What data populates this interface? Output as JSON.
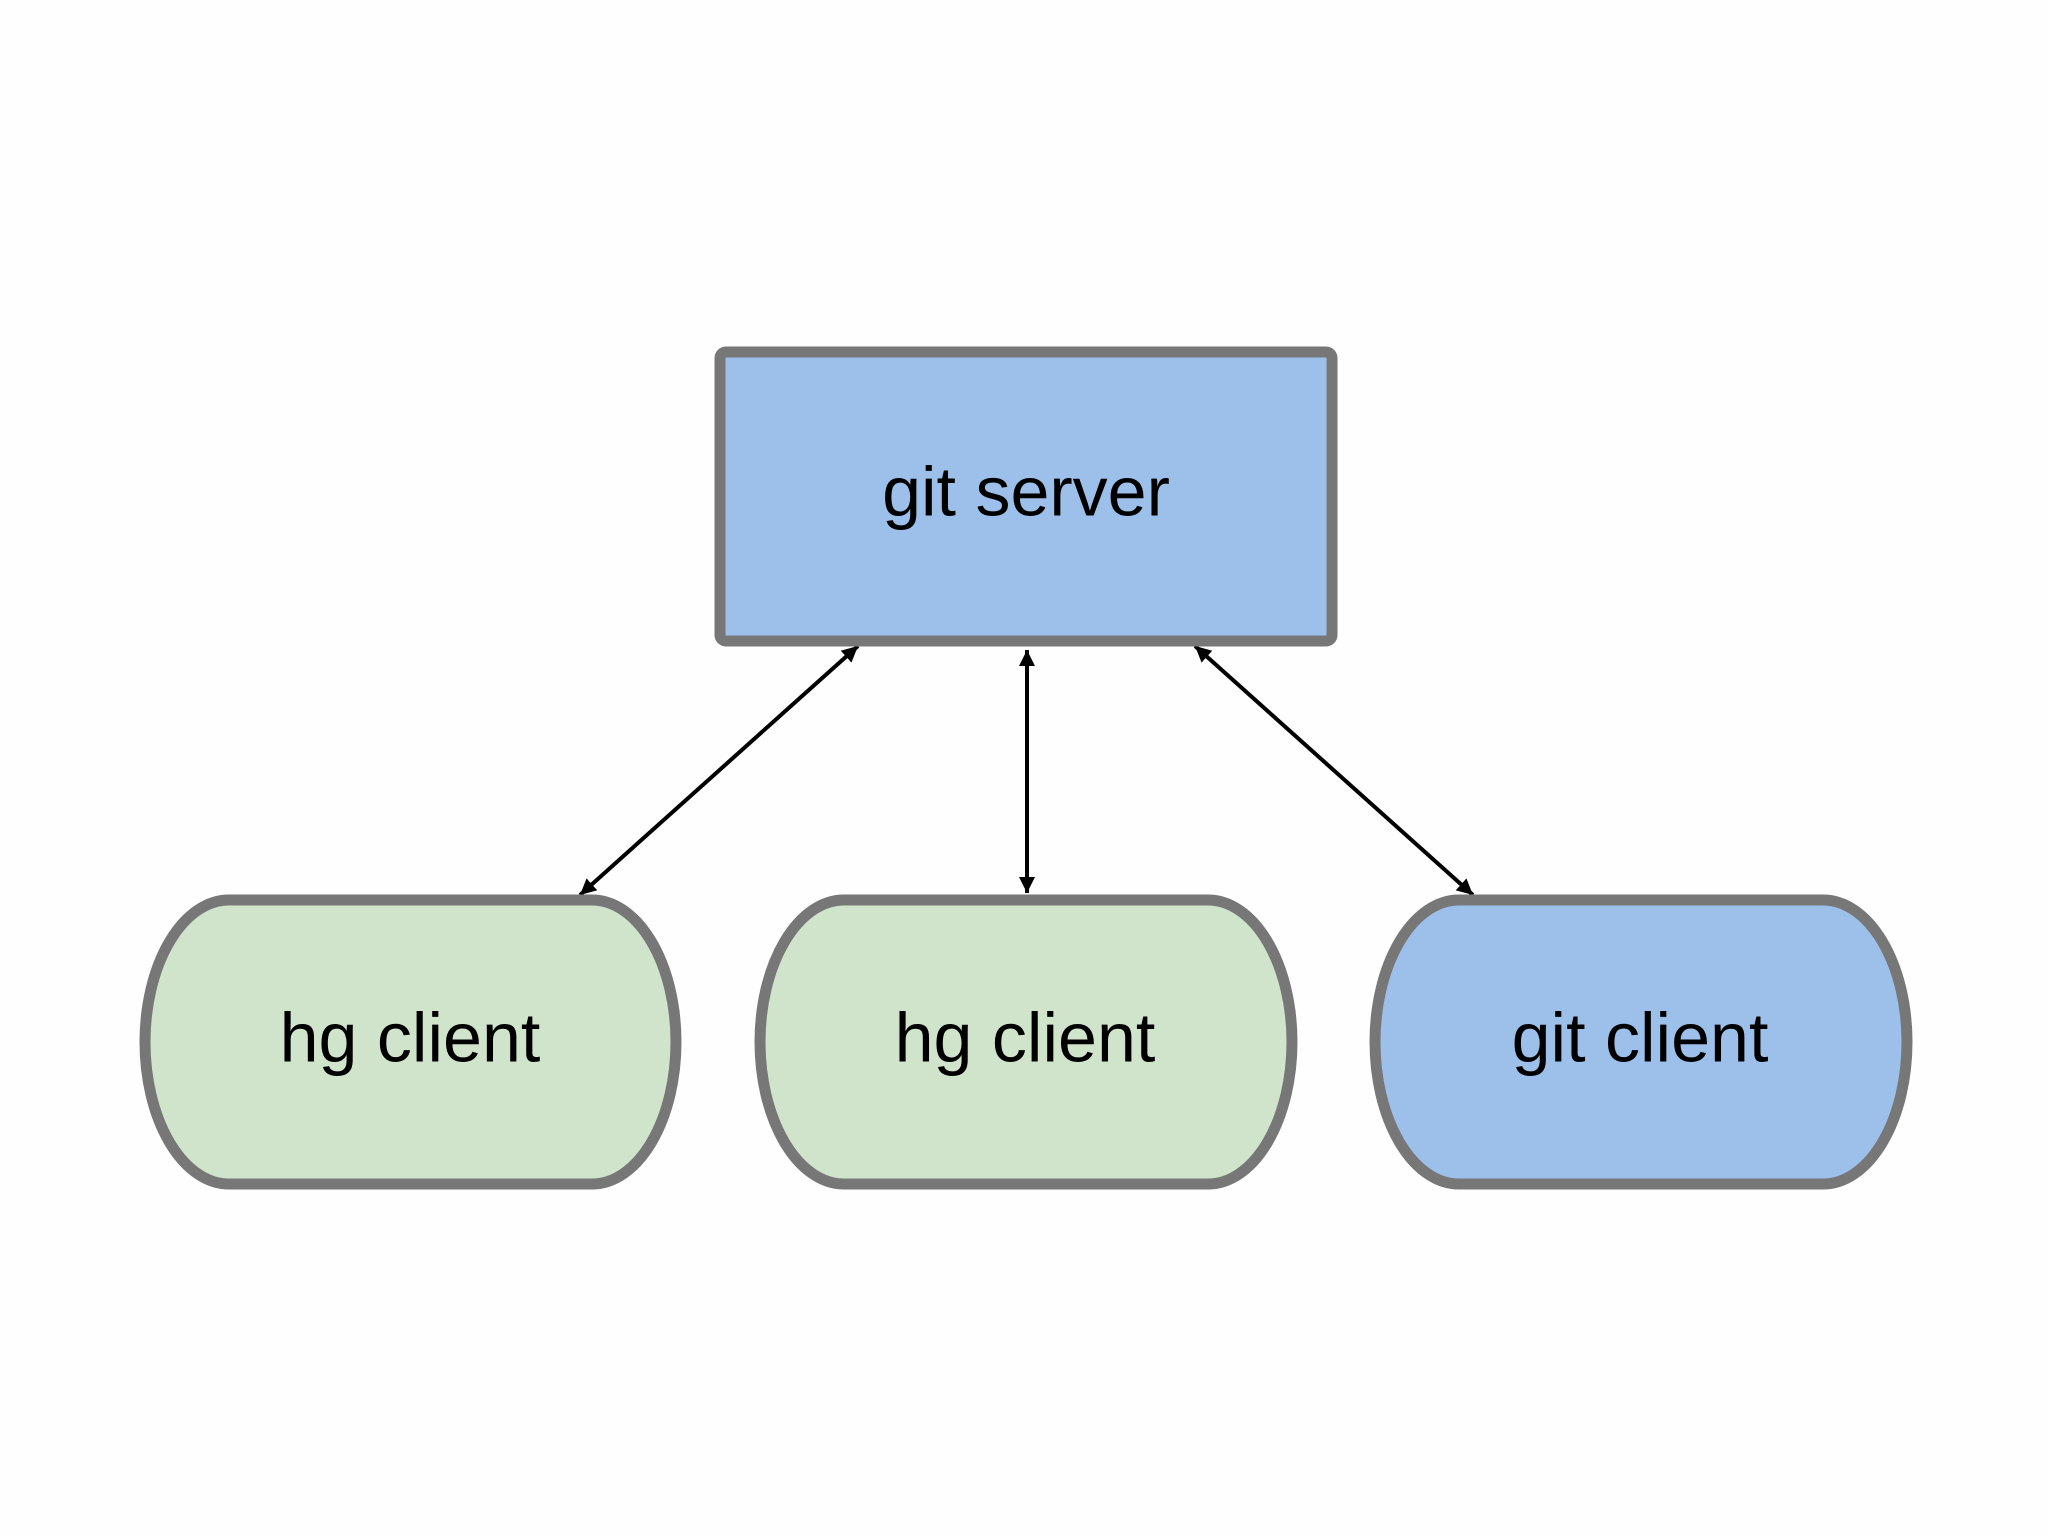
{
  "diagram": {
    "server": {
      "label": "git server",
      "fill": "#9dc0eb",
      "border": "#777777"
    },
    "clients": [
      {
        "label": "hg client",
        "fill": "#d0e4cc",
        "border": "#777777"
      },
      {
        "label": "hg client",
        "fill": "#d0e4cc",
        "border": "#777777"
      },
      {
        "label": "git client",
        "fill": "#9dc0eb",
        "border": "#777777"
      }
    ],
    "edges": [
      {
        "from": "git server",
        "to": "hg client",
        "direction": "bidirectional"
      },
      {
        "from": "git server",
        "to": "hg client",
        "direction": "bidirectional"
      },
      {
        "from": "git server",
        "to": "git client",
        "direction": "bidirectional"
      }
    ],
    "colors": {
      "background": "#fefefe",
      "arrow": "#000000"
    }
  }
}
